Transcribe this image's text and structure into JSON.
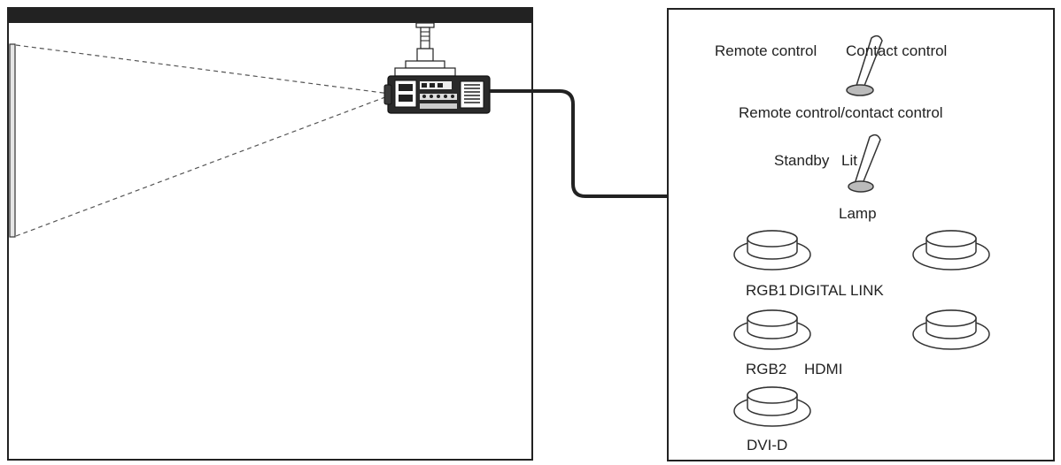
{
  "control_panel": {
    "switch_remote_contact": {
      "option_left": "Remote control",
      "option_right": "Contact control",
      "caption": "Remote control/contact control"
    },
    "switch_standby_lamp": {
      "option_left": "Standby",
      "option_right": "Lit",
      "caption": "Lamp"
    },
    "buttons": [
      {
        "label": "RGB1"
      },
      {
        "label": "DIGITAL LINK"
      },
      {
        "label": "RGB2"
      },
      {
        "label": "HDMI"
      },
      {
        "label": "DVI-D"
      }
    ]
  },
  "colors": {
    "line": "#222222",
    "ceiling": "#222222",
    "background": "#ffffff"
  }
}
